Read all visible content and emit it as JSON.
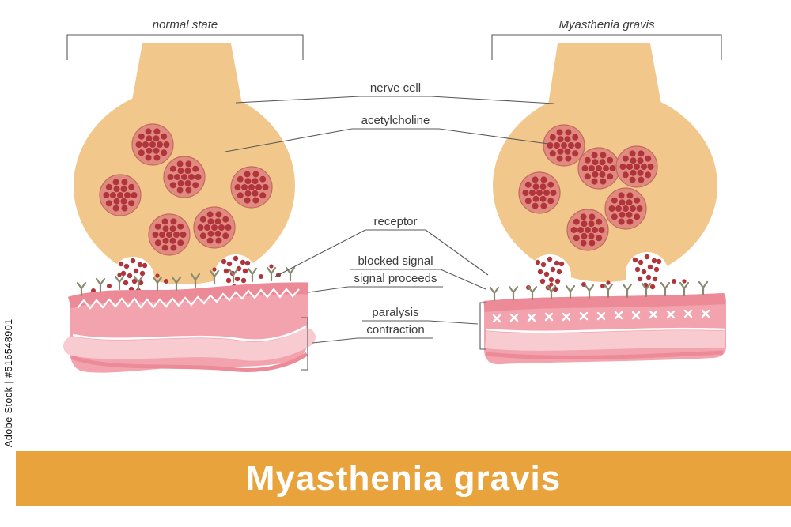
{
  "watermark": {
    "text": "Adobe Stock | #516548901"
  },
  "top_labels": {
    "left": "normal state",
    "right": "Myasthenia gravis"
  },
  "annotations": {
    "nerve_cell": "nerve cell",
    "acetylcholine": "acetylcholine",
    "receptor": "receptor",
    "blocked_signal": "blocked signal",
    "signal_proceeds": "signal proceeds",
    "paralysis": "paralysis",
    "contraction": "contraction"
  },
  "banner": {
    "title": "Myasthenia gravis",
    "background": "#E8A33C",
    "text_color": "#FFFFFF"
  },
  "colors": {
    "nerve_terminal": "#F1C78B",
    "vesicle": "#E18B80",
    "vesicle_dots": "#B0343B",
    "muscle_main": "#F2A3AE",
    "muscle_stripe": "#EC8A98",
    "muscle_inner_band": "#F8CBD1",
    "receptor": "#8A8A70",
    "connector_line": "#555555"
  }
}
